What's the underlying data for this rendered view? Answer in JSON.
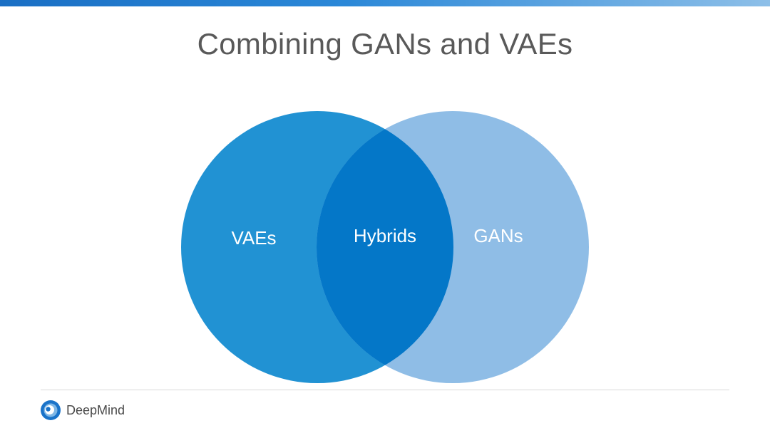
{
  "slide": {
    "title": "Combining GANs and VAEs"
  },
  "venn": {
    "left_label": "VAEs",
    "center_label": "Hybrids",
    "right_label": "GANs",
    "colors": {
      "left": "#2192d3",
      "right": "#8fbde6",
      "overlap": "#0477c8"
    }
  },
  "footer": {
    "brand": "DeepMind",
    "logo_icon": "deepmind-logo-icon"
  }
}
